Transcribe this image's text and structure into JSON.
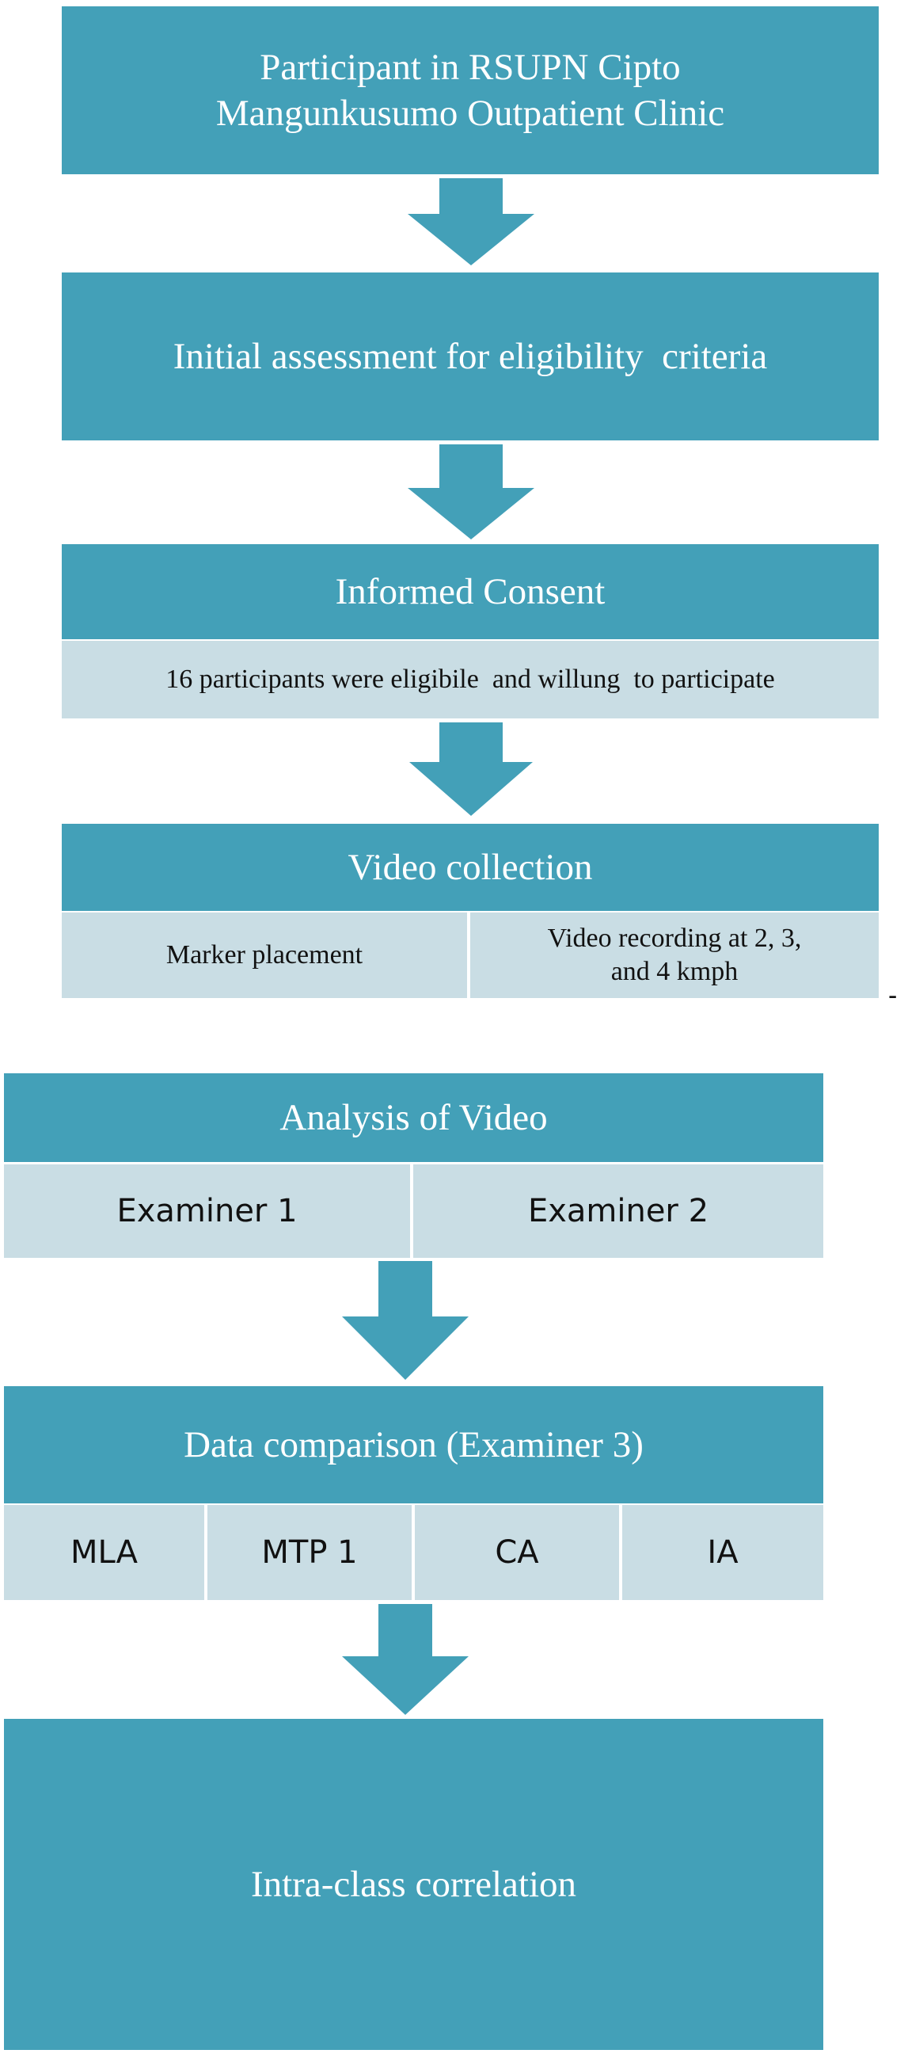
{
  "step1": {
    "line1": "Participant in RSUPN Cipto",
    "line2": "Mangunkusumo Outpatient Clinic"
  },
  "step2": {
    "title": "Initial assessment for eligibility  criteria"
  },
  "step3": {
    "title": "Informed Consent",
    "detail": "16 participants were eligibile  and willung  to participate"
  },
  "step4": {
    "title": "Video collection",
    "cells": [
      {
        "line1": "Marker placement",
        "line2": ""
      },
      {
        "line1": "Video recording at 2, 3,",
        "line2": "and 4 kmph"
      }
    ]
  },
  "side_mark": "-",
  "step5": {
    "title": "Analysis of Video",
    "cells": [
      "Examiner 1",
      "Examiner 2"
    ]
  },
  "step6": {
    "title": "Data comparison (Examiner 3)",
    "cells": [
      "MLA",
      "MTP 1",
      "CA",
      "IA"
    ]
  },
  "step7": {
    "title": "Intra-class correlation"
  },
  "colors": {
    "box": "#43a0b8",
    "cell": "#c9dde4",
    "arrow": "#43a0b8",
    "text_on_box": "#ffffff",
    "text_on_cell": "#111111"
  }
}
